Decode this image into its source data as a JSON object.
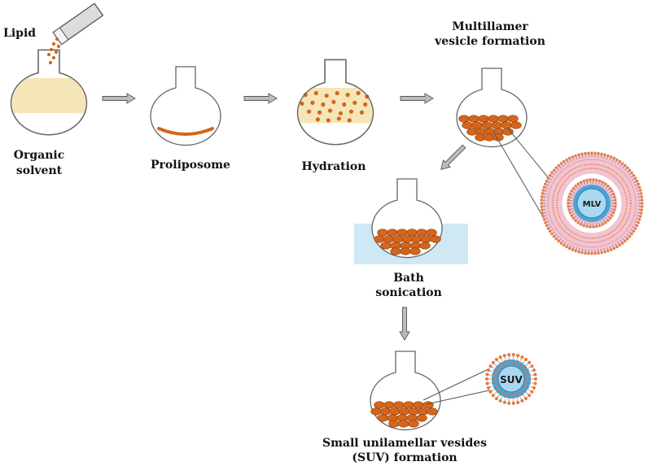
{
  "labels": {
    "lipid": "Lipid",
    "organic_solvent": [
      "Organic",
      "solvent"
    ],
    "proliposome": "Proliposome",
    "hydration": "Hydration",
    "multilamer": [
      "Multillamer",
      "vesicle formation"
    ],
    "bath": [
      "Bath",
      "sonication"
    ],
    "suv_formation": [
      "Small unilamellar vesides",
      "(SUV) formation"
    ],
    "mlv": "MLV",
    "suv": "SUV"
  },
  "colors": {
    "solvent": "#f5e6b8",
    "particle": "#d4651b",
    "bath_water": "#cfe8f3",
    "flask_stroke": "#666666",
    "arrow_fill": "#bcbcbc",
    "lipid_head": "#e07a40",
    "layer_pink": "#f3c4d1",
    "layer_blue": "#4aa3d8",
    "core_blue": "#a9d8f0"
  }
}
